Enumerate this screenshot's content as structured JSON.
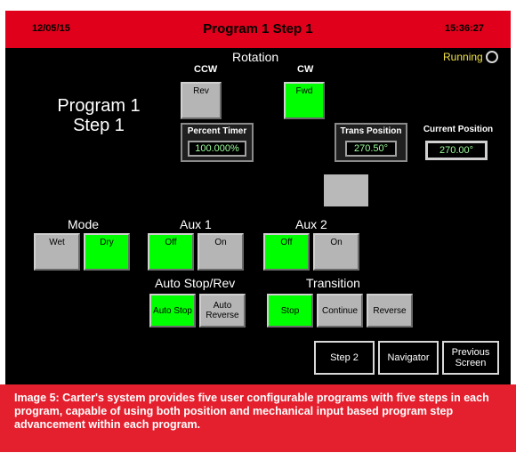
{
  "header": {
    "date": "12/05/15",
    "title": "Program 1 Step 1",
    "time": "15:36:27"
  },
  "rotation": {
    "label": "Rotation",
    "ccw_label": "CCW",
    "cw_label": "CW",
    "rev_button": "Rev",
    "fwd_button": "Fwd"
  },
  "program": {
    "line1": "Program 1",
    "line2": "Step 1"
  },
  "status": {
    "running_label": "Running"
  },
  "percent_timer": {
    "label": "Percent Timer",
    "value": "100.000%"
  },
  "trans_position": {
    "label": "Trans Position",
    "value": "270.50°"
  },
  "current_position": {
    "label": "Current Position",
    "value": "270.00°"
  },
  "mode": {
    "label": "Mode",
    "wet": "Wet",
    "dry": "Dry"
  },
  "aux1": {
    "label": "Aux 1",
    "off": "Off",
    "on": "On"
  },
  "aux2": {
    "label": "Aux 2",
    "off": "Off",
    "on": "On"
  },
  "auto_stop_rev": {
    "label": "Auto Stop/Rev",
    "auto_stop": "Auto Stop",
    "auto_reverse": "Auto Reverse"
  },
  "transition": {
    "label": "Transition",
    "stop": "Stop",
    "continue": "Continue",
    "reverse": "Reverse"
  },
  "nav": {
    "step2": "Step 2",
    "navigator": "Navigator",
    "previous_screen": "Previous Screen"
  },
  "caption": {
    "text": "Image 5: Carter's system provides five user configurable programs with five steps in each program, capable of using both position and mechanical input based program step advancement within each program."
  },
  "colors": {
    "header_red": "#e0001b",
    "active_green": "#00ff00",
    "inactive_gray": "#b5b5b5",
    "running_yellow": "#f2e34a",
    "caption_red": "#e4202e"
  }
}
